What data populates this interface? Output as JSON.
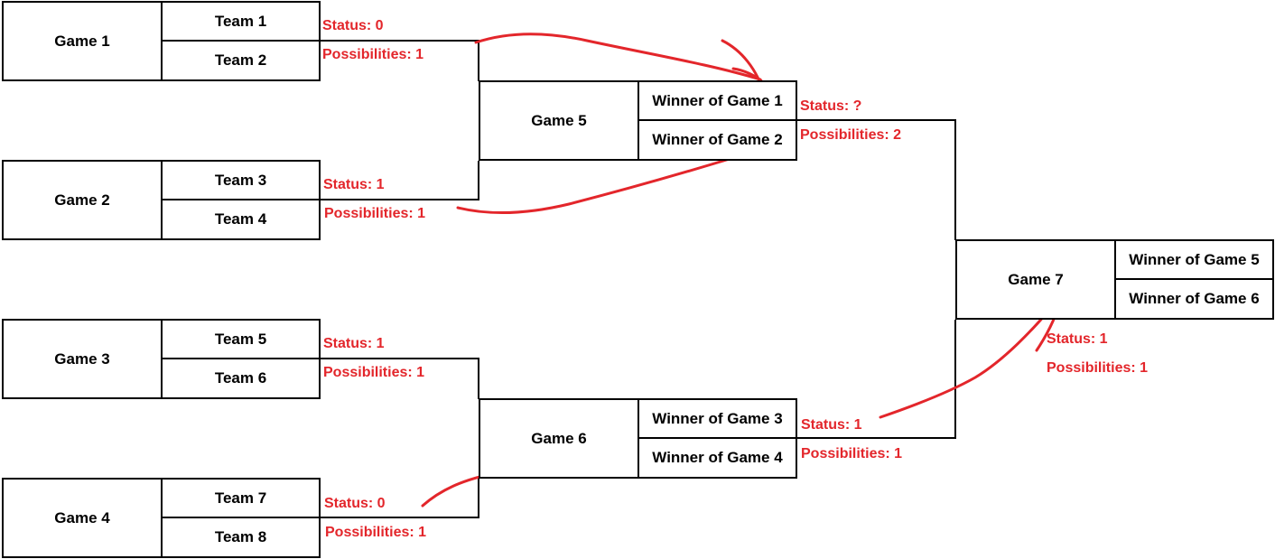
{
  "games": [
    {
      "id": "game1",
      "label": "Game 1",
      "teams": [
        "Team 1",
        "Team 2"
      ],
      "status": "Status: 0",
      "possibilities": "Possibilities: 1"
    },
    {
      "id": "game2",
      "label": "Game 2",
      "teams": [
        "Team 3",
        "Team 4"
      ],
      "status": "Status: 1",
      "possibilities": "Possibilities: 1"
    },
    {
      "id": "game3",
      "label": "Game 3",
      "teams": [
        "Team 5",
        "Team 6"
      ],
      "status": "Status: 1",
      "possibilities": "Possibilities: 1"
    },
    {
      "id": "game4",
      "label": "Game 4",
      "teams": [
        "Team 7",
        "Team 8"
      ],
      "status": "Status: 0",
      "possibilities": "Possibilities: 1"
    },
    {
      "id": "game5",
      "label": "Game 5",
      "teams": [
        "Winner of Game 1",
        "Winner of Game 2"
      ],
      "status": "Status: ?",
      "possibilities": "Possibilities: 2"
    },
    {
      "id": "game6",
      "label": "Game 6",
      "teams": [
        "Winner of Game 3",
        "Winner of Game 4"
      ],
      "status": "Status: 1",
      "possibilities": "Possibilities: 1"
    },
    {
      "id": "game7",
      "label": "Game 7",
      "teams": [
        "Winner of Game 5",
        "Winner of Game 6"
      ],
      "status": "Status: 1",
      "possibilities": "Possibilities: 1"
    }
  ],
  "annotation_color": "#e3262b"
}
